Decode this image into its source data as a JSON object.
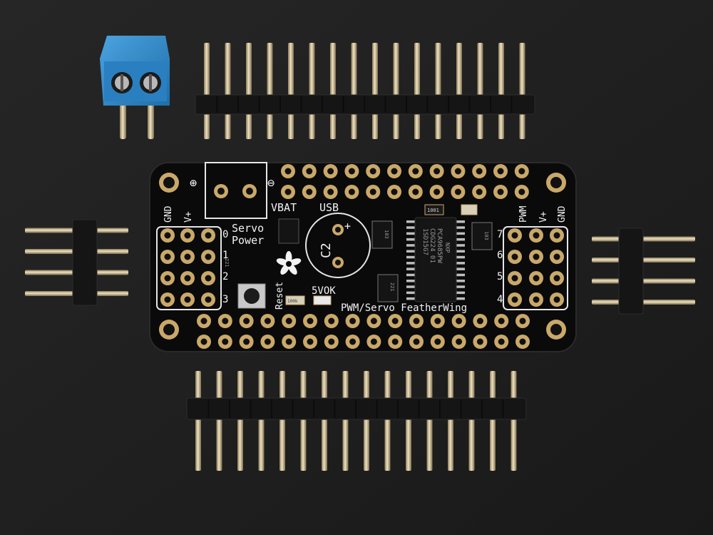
{
  "photo": {
    "background_color": "#1e1e1e",
    "pcb_color": "#0a0a0a",
    "pad_color": "#c9a86a",
    "header_plastic_color": "#151515",
    "pin_color": "#c8b48a",
    "terminal_color": "#2f86c7"
  },
  "pcb_labels": {
    "plus_symbol": "⊕",
    "minus_symbol": "⊖",
    "gnd_left": "GND",
    "vplus_left": "V+",
    "servo": "Servo",
    "power": "Power",
    "vbat": "VBAT",
    "usb": "USB",
    "c2": "C2",
    "c2_plus": "+",
    "ch0": "0",
    "ch1": "1",
    "ch2": "2",
    "ch3": "3",
    "ch4": "4",
    "ch5": "5",
    "ch6": "6",
    "ch7": "7",
    "reset": "Reset",
    "led_label": "5VOK",
    "board_title": "PWM/Servo FeatherWing",
    "pwm": "PWM",
    "vplus_right": "V+",
    "gnd_right": "GND",
    "chip_marking_1": "PCA9685PW",
    "chip_marking_2": "CDG224 01",
    "chip_marking_3": "1SD15G7",
    "chip_logo": "NXP",
    "resistor_a": "103",
    "resistor_b": "103",
    "resistor_c": "221",
    "resistor_d": "221",
    "smd_marking_1": "1001",
    "smd_marking_2": "100k"
  }
}
